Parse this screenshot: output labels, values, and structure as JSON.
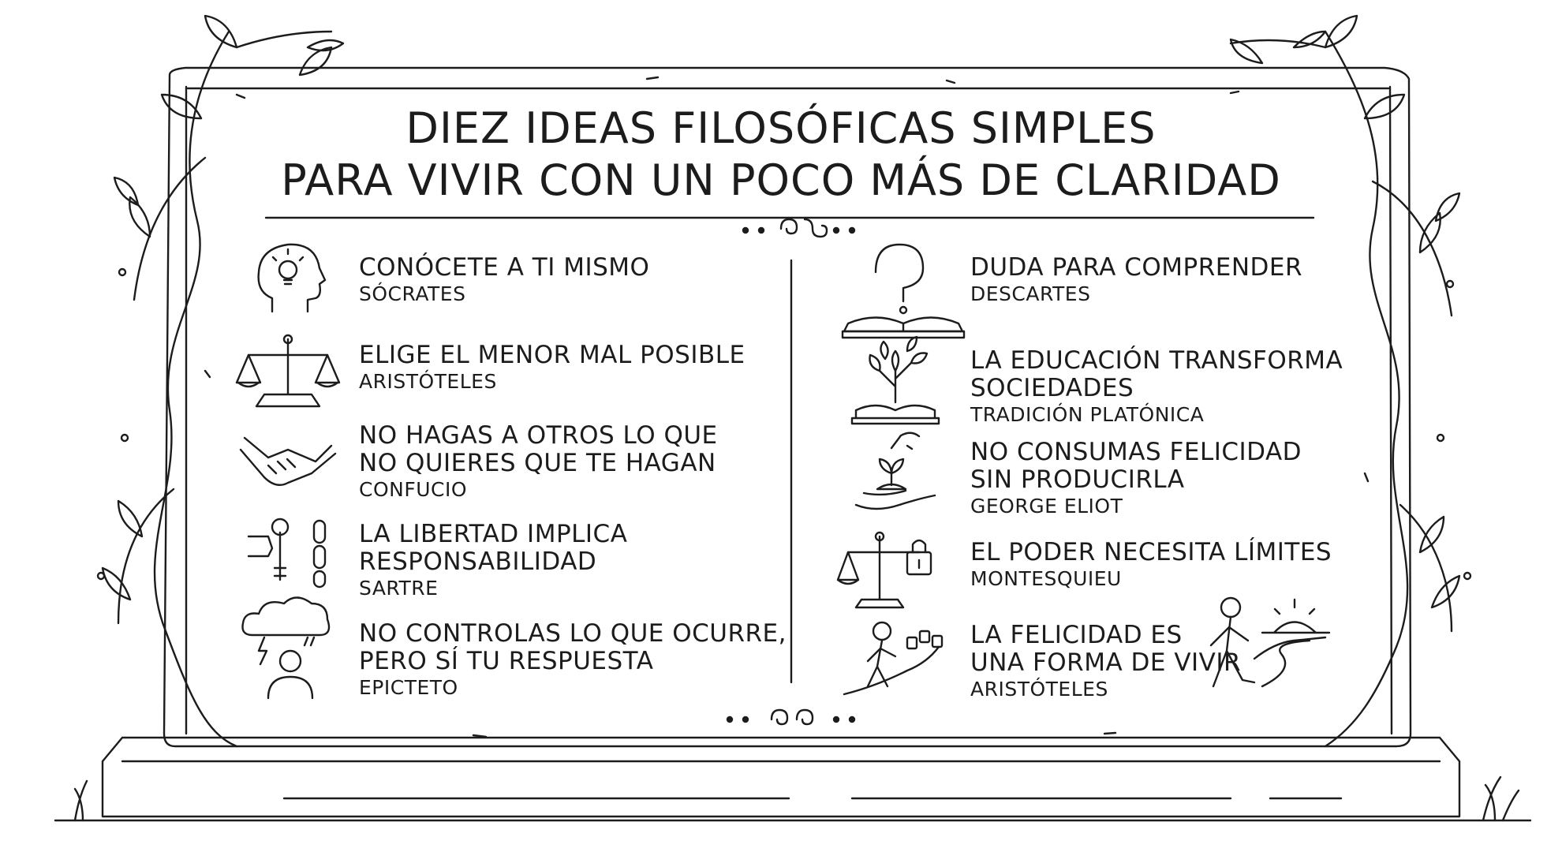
{
  "title": {
    "line1": "DIEZ IDEAS FILOSÓFICAS SIMPLES",
    "line2": "PARA VIVIR CON UN POCO MÁS DE CLARIDAD"
  },
  "left_ideas": [
    {
      "lines": [
        "CONÓCETE A TI MISMO"
      ],
      "author": "SÓCRATES",
      "icon": "head-lightbulb-icon"
    },
    {
      "lines": [
        "ELIGE EL MENOR MAL POSIBLE"
      ],
      "author": "ARISTÓTELES",
      "icon": "balance-scale-icon"
    },
    {
      "lines": [
        "NO HAGAS A OTROS LO QUE",
        "NO QUIERES QUE TE HAGAN"
      ],
      "author": "CONFUCIO",
      "icon": "handshake-icon"
    },
    {
      "lines": [
        "LA LIBERTAD IMPLICA",
        "RESPONSABILIDAD"
      ],
      "author": "SARTRE",
      "icon": "key-chain-icon"
    },
    {
      "lines": [
        "NO CONTROLAS LO QUE OCURRE,",
        "PERO SÍ TU RESPUESTA"
      ],
      "author": "EPICTETO",
      "icon": "storm-cloud-person-icon"
    }
  ],
  "right_ideas": [
    {
      "lines": [
        "DUDA PARA COMPRENDER"
      ],
      "author": "DESCARTES",
      "icon": "question-book-icon"
    },
    {
      "lines": [
        "LA EDUCACIÓN TRANSFORMA",
        "SOCIEDADES"
      ],
      "author": "TRADICIÓN PLATÓNICA",
      "icon": "tree-book-icon"
    },
    {
      "lines": [
        "NO CONSUMAS FELICIDAD",
        "SIN PRODUCIRLA"
      ],
      "author": "GEORGE ELIOT",
      "icon": "planting-hand-icon"
    },
    {
      "lines": [
        "EL PODER NECESITA LÍMITES"
      ],
      "author": "MONTESQUIEU",
      "icon": "scale-lock-icon"
    },
    {
      "lines": [
        "LA FELICIDAD ES",
        "UNA FORMA DE VIVIR"
      ],
      "author": "ARISTÓTELES",
      "icon": "walking-person-icon"
    }
  ]
}
